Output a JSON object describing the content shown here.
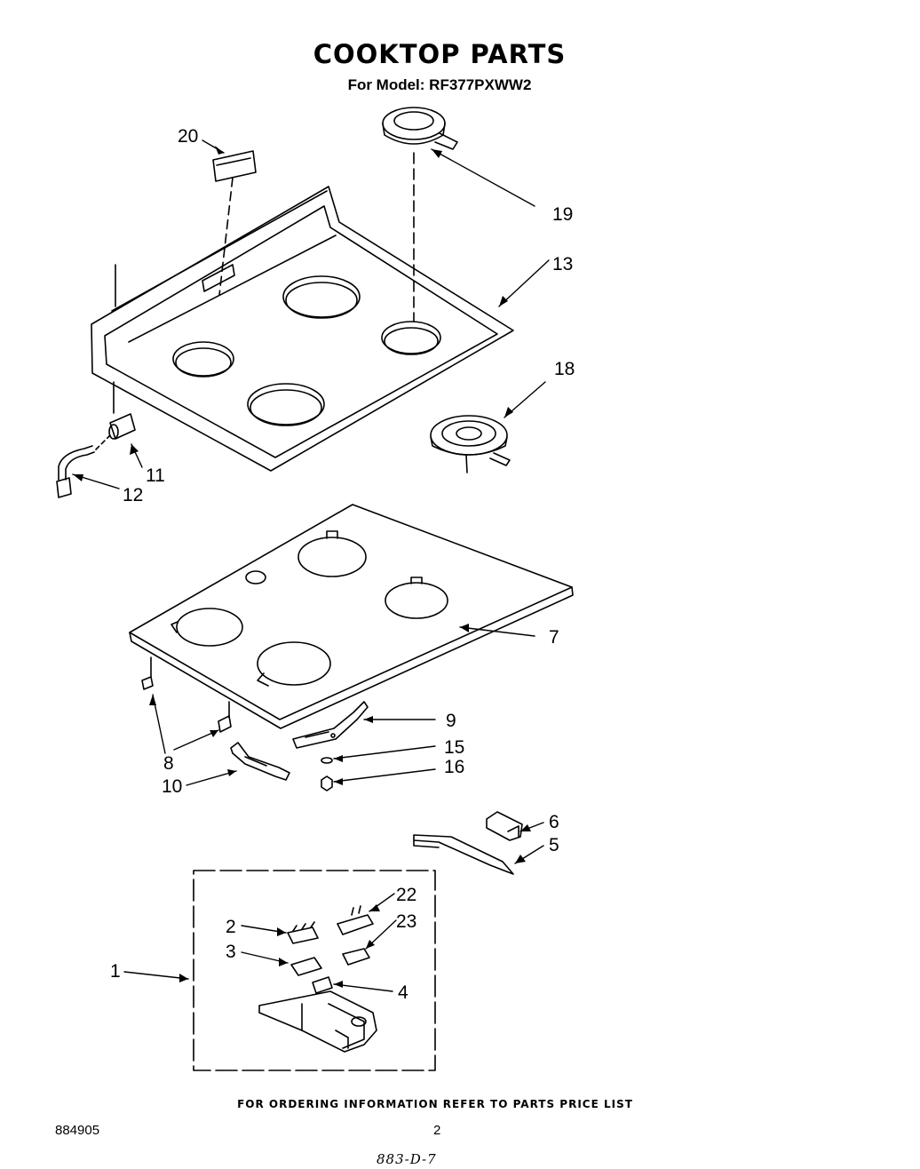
{
  "header": {
    "title": "COOKTOP PARTS",
    "subtitle": "For Model: RF377PXWW2"
  },
  "callouts": [
    "1",
    "2",
    "3",
    "4",
    "5",
    "6",
    "7",
    "8",
    "9",
    "10",
    "11",
    "12",
    "13",
    "15",
    "16",
    "18",
    "19",
    "20",
    "22",
    "23"
  ],
  "footer": {
    "note": "FOR ORDERING INFORMATION REFER TO PARTS PRICE LIST",
    "doc_number": "884905",
    "page_number": "2",
    "handwritten_code": "883-D-7"
  }
}
